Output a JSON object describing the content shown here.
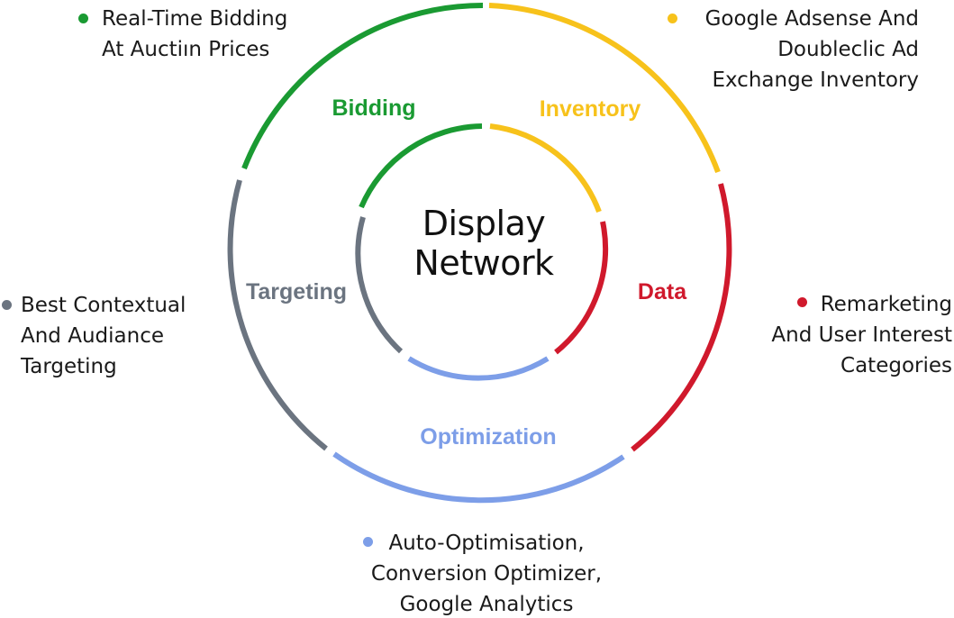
{
  "diagram": {
    "center_title_line1": "Display",
    "center_title_line2": "Network",
    "segments": [
      {
        "id": "bidding",
        "label": "Bidding",
        "color": "#1a9a32"
      },
      {
        "id": "inventory",
        "label": "Inventory",
        "color": "#f7c21b"
      },
      {
        "id": "data",
        "label": "Data",
        "color": "#d0192c"
      },
      {
        "id": "optimization",
        "label": "Optimization",
        "color": "#7d9ee8"
      },
      {
        "id": "targeting",
        "label": "Targeting",
        "color": "#6b7480"
      }
    ],
    "notes": {
      "bidding": [
        "Real-Time Bidding",
        "At Auctiın Prices"
      ],
      "inventory": [
        "Google Adsense And",
        "Doubleclic Ad",
        "Exchange Inventory"
      ],
      "data": [
        "Remarketing",
        "And User Interest",
        "Categories"
      ],
      "optimization": [
        "Auto-Optimisation,",
        "Conversion Optimizer,",
        "Google Analytics"
      ],
      "targeting": [
        "Best Contextual",
        "And Audiance",
        "Targeting"
      ]
    }
  }
}
